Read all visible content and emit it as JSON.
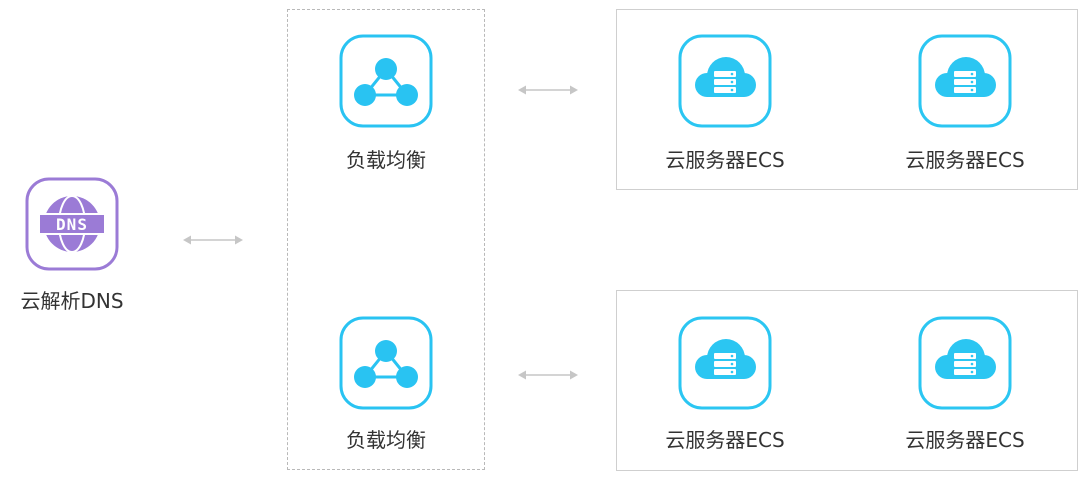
{
  "colors": {
    "dns_purple": "#9b7bd6",
    "lb_blue": "#29c3f2",
    "ecs_blue": "#2bc6f2",
    "arrow_gray": "#c6c6c6",
    "dashed_border": "#b9b9b9",
    "solid_border": "#cfcfcf"
  },
  "dns": {
    "label": "云解析DNS",
    "icon": "dns-icon",
    "icon_text": "DNS"
  },
  "load_balancers": [
    {
      "label": "负载均衡",
      "icon": "load-balancer-icon"
    },
    {
      "label": "负载均衡",
      "icon": "load-balancer-icon"
    }
  ],
  "ecs_groups": [
    {
      "servers": [
        {
          "label": "云服务器ECS",
          "icon": "cloud-server-icon"
        },
        {
          "label": "云服务器ECS",
          "icon": "cloud-server-icon"
        }
      ]
    },
    {
      "servers": [
        {
          "label": "云服务器ECS",
          "icon": "cloud-server-icon"
        },
        {
          "label": "云服务器ECS",
          "icon": "cloud-server-icon"
        }
      ]
    }
  ],
  "connectors": [
    "double-arrow",
    "double-arrow",
    "double-arrow"
  ]
}
